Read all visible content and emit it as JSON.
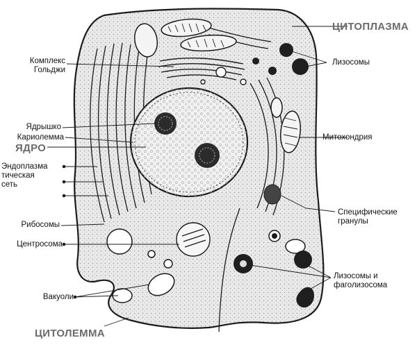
{
  "labels": {
    "cytoplasm": "ЦИТОПЛАЗМА",
    "golgi": "Комплекс\nГольджи",
    "lysosomes_top": "Лизосомы",
    "nucleolus": "Ядрышко",
    "karyolemma": "Кариолемма",
    "nucleus": "ЯДРО",
    "mitochondria": "Митохондрия",
    "er": "Эндоплазма\nтическая\nсеть",
    "specific_granules": "Специфические\nгранулы",
    "ribosomes": "Рибосомы",
    "centrosome": "Центросома",
    "lyso_phago": "Лизосомы и\nфаголизосома",
    "vacuoles": "Вакуоли",
    "cytolemma": "ЦИТОЛЕММА"
  },
  "colors": {
    "ink": "#1a1a1a",
    "cell_fill": "#e9e9e9",
    "nucleus_fill": "#f1f1f1",
    "label_gray": "#6b6b6b"
  }
}
